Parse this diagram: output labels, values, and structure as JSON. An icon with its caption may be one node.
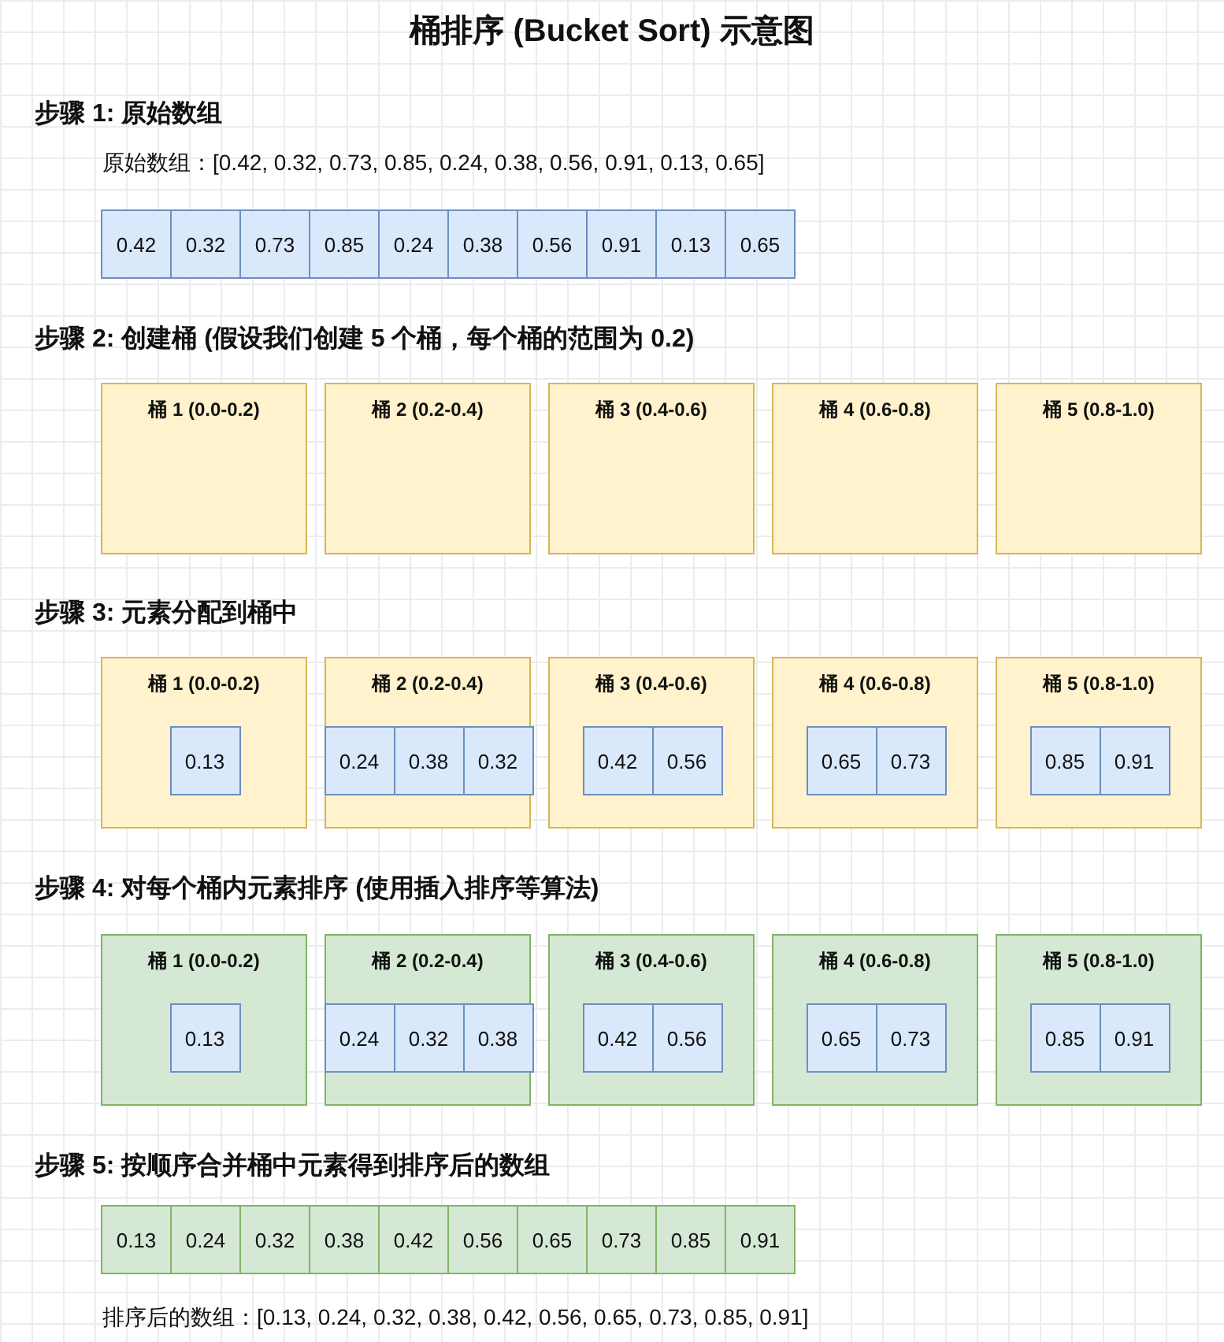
{
  "diagram": {
    "title": "桶排序 (Bucket Sort) 示意图",
    "nodes": [
      {
        "text": [
          "0.42"
        ]
      },
      {
        "text": [
          "0.32"
        ]
      },
      {
        "text": [
          "0.73"
        ]
      },
      {
        "text": [
          "0.85"
        ]
      },
      {
        "text": [
          "0.24"
        ]
      },
      {
        "text": [
          "0.38"
        ]
      },
      {
        "text": [
          "0.56"
        ]
      },
      {
        "text": [
          "0.91"
        ]
      },
      {
        "text": [
          "0.13"
        ]
      },
      {
        "text": [
          "0.65"
        ]
      },
      {
        "text": [
          "桶 1 (0.0-0.2)"
        ]
      },
      {
        "text": [
          "桶 2 (0.2-0.4)"
        ]
      },
      {
        "text": [
          "桶 3 (0.4-0.6)"
        ]
      },
      {
        "text": [
          "桶 4 (0.6-0.8)"
        ]
      },
      {
        "text": [
          "桶 5 (0.8-1.0)"
        ]
      },
      {
        "text": [
          "桶 1 (0.0-0.2)"
        ]
      },
      {
        "text": [
          "0.13"
        ],
        "in": 15
      },
      {
        "text": [
          "桶 2 (0.2-0.4)"
        ]
      },
      {
        "text": [
          "0.24"
        ],
        "in": 17
      },
      {
        "text": [
          "0.38"
        ],
        "in": 17
      },
      {
        "text": [
          "0.32"
        ],
        "in": 17
      },
      {
        "text": [
          "桶 3 (0.4-0.6)"
        ]
      },
      {
        "text": [
          "0.42"
        ],
        "in": 21
      },
      {
        "text": [
          "0.56"
        ],
        "in": 21
      },
      {
        "text": [
          "桶 4 (0.6-0.8)"
        ]
      },
      {
        "text": [
          "0.65"
        ],
        "in": 24
      },
      {
        "text": [
          "0.73"
        ],
        "in": 24
      },
      {
        "text": [
          "桶 5 (0.8-1.0)"
        ]
      },
      {
        "text": [
          "0.85"
        ],
        "in": 27
      },
      {
        "text": [
          "0.91"
        ],
        "in": 27
      },
      {
        "text": [
          "桶 1 (0.0-0.2)"
        ]
      },
      {
        "text": [
          "0.13"
        ],
        "in": 30
      },
      {
        "text": [
          "桶 2 (0.2-0.4)"
        ]
      },
      {
        "text": [
          "0.24"
        ],
        "in": 32
      },
      {
        "text": [
          "0.32"
        ],
        "in": 32
      },
      {
        "text": [
          "0.38"
        ],
        "in": 32
      },
      {
        "text": [
          "桶 3 (0.4-0.6)"
        ]
      },
      {
        "text": [
          "0.42"
        ],
        "in": 36
      },
      {
        "text": [
          "0.56"
        ],
        "in": 36
      },
      {
        "text": [
          "桶 4 (0.6-0.8)"
        ]
      },
      {
        "text": [
          "0.65"
        ],
        "in": 39
      },
      {
        "text": [
          "0.73"
        ],
        "in": 39
      },
      {
        "text": [
          "桶 5 (0.8-1.0)"
        ]
      },
      {
        "text": [
          "0.85"
        ],
        "in": 42
      },
      {
        "text": [
          "0.91"
        ],
        "in": 42
      },
      {
        "text": [
          "0.13"
        ]
      },
      {
        "text": [
          "0.24"
        ]
      },
      {
        "text": [
          "0.32"
        ]
      },
      {
        "text": [
          "0.38"
        ]
      },
      {
        "text": [
          "0.42"
        ]
      },
      {
        "text": [
          "0.56"
        ]
      },
      {
        "text": [
          "0.65"
        ]
      },
      {
        "text": [
          "0.73"
        ]
      },
      {
        "text": [
          "0.85"
        ]
      },
      {
        "text": [
          "0.91"
        ]
      }
    ],
    "labels": [
      "步骤 1: 原始数组",
      "原始数组：[0.42, 0.32, 0.73, 0.85, 0.24, 0.38, 0.56, 0.91, 0.13, 0.65]",
      "步骤 2: 创建桶 (假设我们创建 5 个桶，每个桶的范围为 0.2)",
      "步骤 3: 元素分配到桶中",
      "步骤 4: 对每个桶内元素排序 (使用插入排序等算法)",
      "步骤 5: 按顺序合并桶中元素得到排序后的数组",
      "排序后的数组：[0.13, 0.24, 0.32, 0.38, 0.42, 0.56, 0.65, 0.73, 0.85, 0.91]"
    ]
  }
}
